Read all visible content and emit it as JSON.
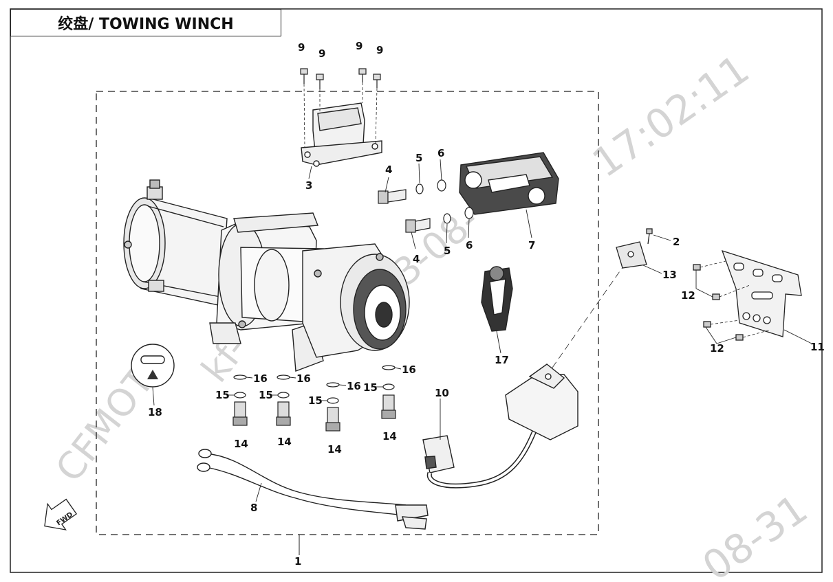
{
  "title": "绞盘/ TOWING WINCH",
  "watermarks": [
    "CFMOTO",
    "kf-",
    "23-08-",
    "17:02:11",
    "08-31"
  ],
  "fwd_label": "FWD",
  "callouts": [
    {
      "id": "c1",
      "label": "1"
    },
    {
      "id": "c2",
      "label": "2"
    },
    {
      "id": "c3",
      "label": "3"
    },
    {
      "id": "c4a",
      "label": "4"
    },
    {
      "id": "c4b",
      "label": "4"
    },
    {
      "id": "c5a",
      "label": "5"
    },
    {
      "id": "c5b",
      "label": "5"
    },
    {
      "id": "c6a",
      "label": "6"
    },
    {
      "id": "c6b",
      "label": "6"
    },
    {
      "id": "c7",
      "label": "7"
    },
    {
      "id": "c8",
      "label": "8"
    },
    {
      "id": "c9a",
      "label": "9"
    },
    {
      "id": "c9b",
      "label": "9"
    },
    {
      "id": "c9c",
      "label": "9"
    },
    {
      "id": "c9d",
      "label": "9"
    },
    {
      "id": "c10",
      "label": "10"
    },
    {
      "id": "c11",
      "label": "11"
    },
    {
      "id": "c12a",
      "label": "12"
    },
    {
      "id": "c12b",
      "label": "12"
    },
    {
      "id": "c13",
      "label": "13"
    },
    {
      "id": "c14a",
      "label": "14"
    },
    {
      "id": "c14b",
      "label": "14"
    },
    {
      "id": "c14c",
      "label": "14"
    },
    {
      "id": "c14d",
      "label": "14"
    },
    {
      "id": "c15a",
      "label": "15"
    },
    {
      "id": "c15b",
      "label": "15"
    },
    {
      "id": "c15c",
      "label": "15"
    },
    {
      "id": "c15d",
      "label": "15"
    },
    {
      "id": "c16a",
      "label": "16"
    },
    {
      "id": "c16b",
      "label": "16"
    },
    {
      "id": "c16c",
      "label": "16"
    },
    {
      "id": "c16d",
      "label": "16"
    },
    {
      "id": "c17",
      "label": "17"
    },
    {
      "id": "c18",
      "label": "18"
    }
  ]
}
